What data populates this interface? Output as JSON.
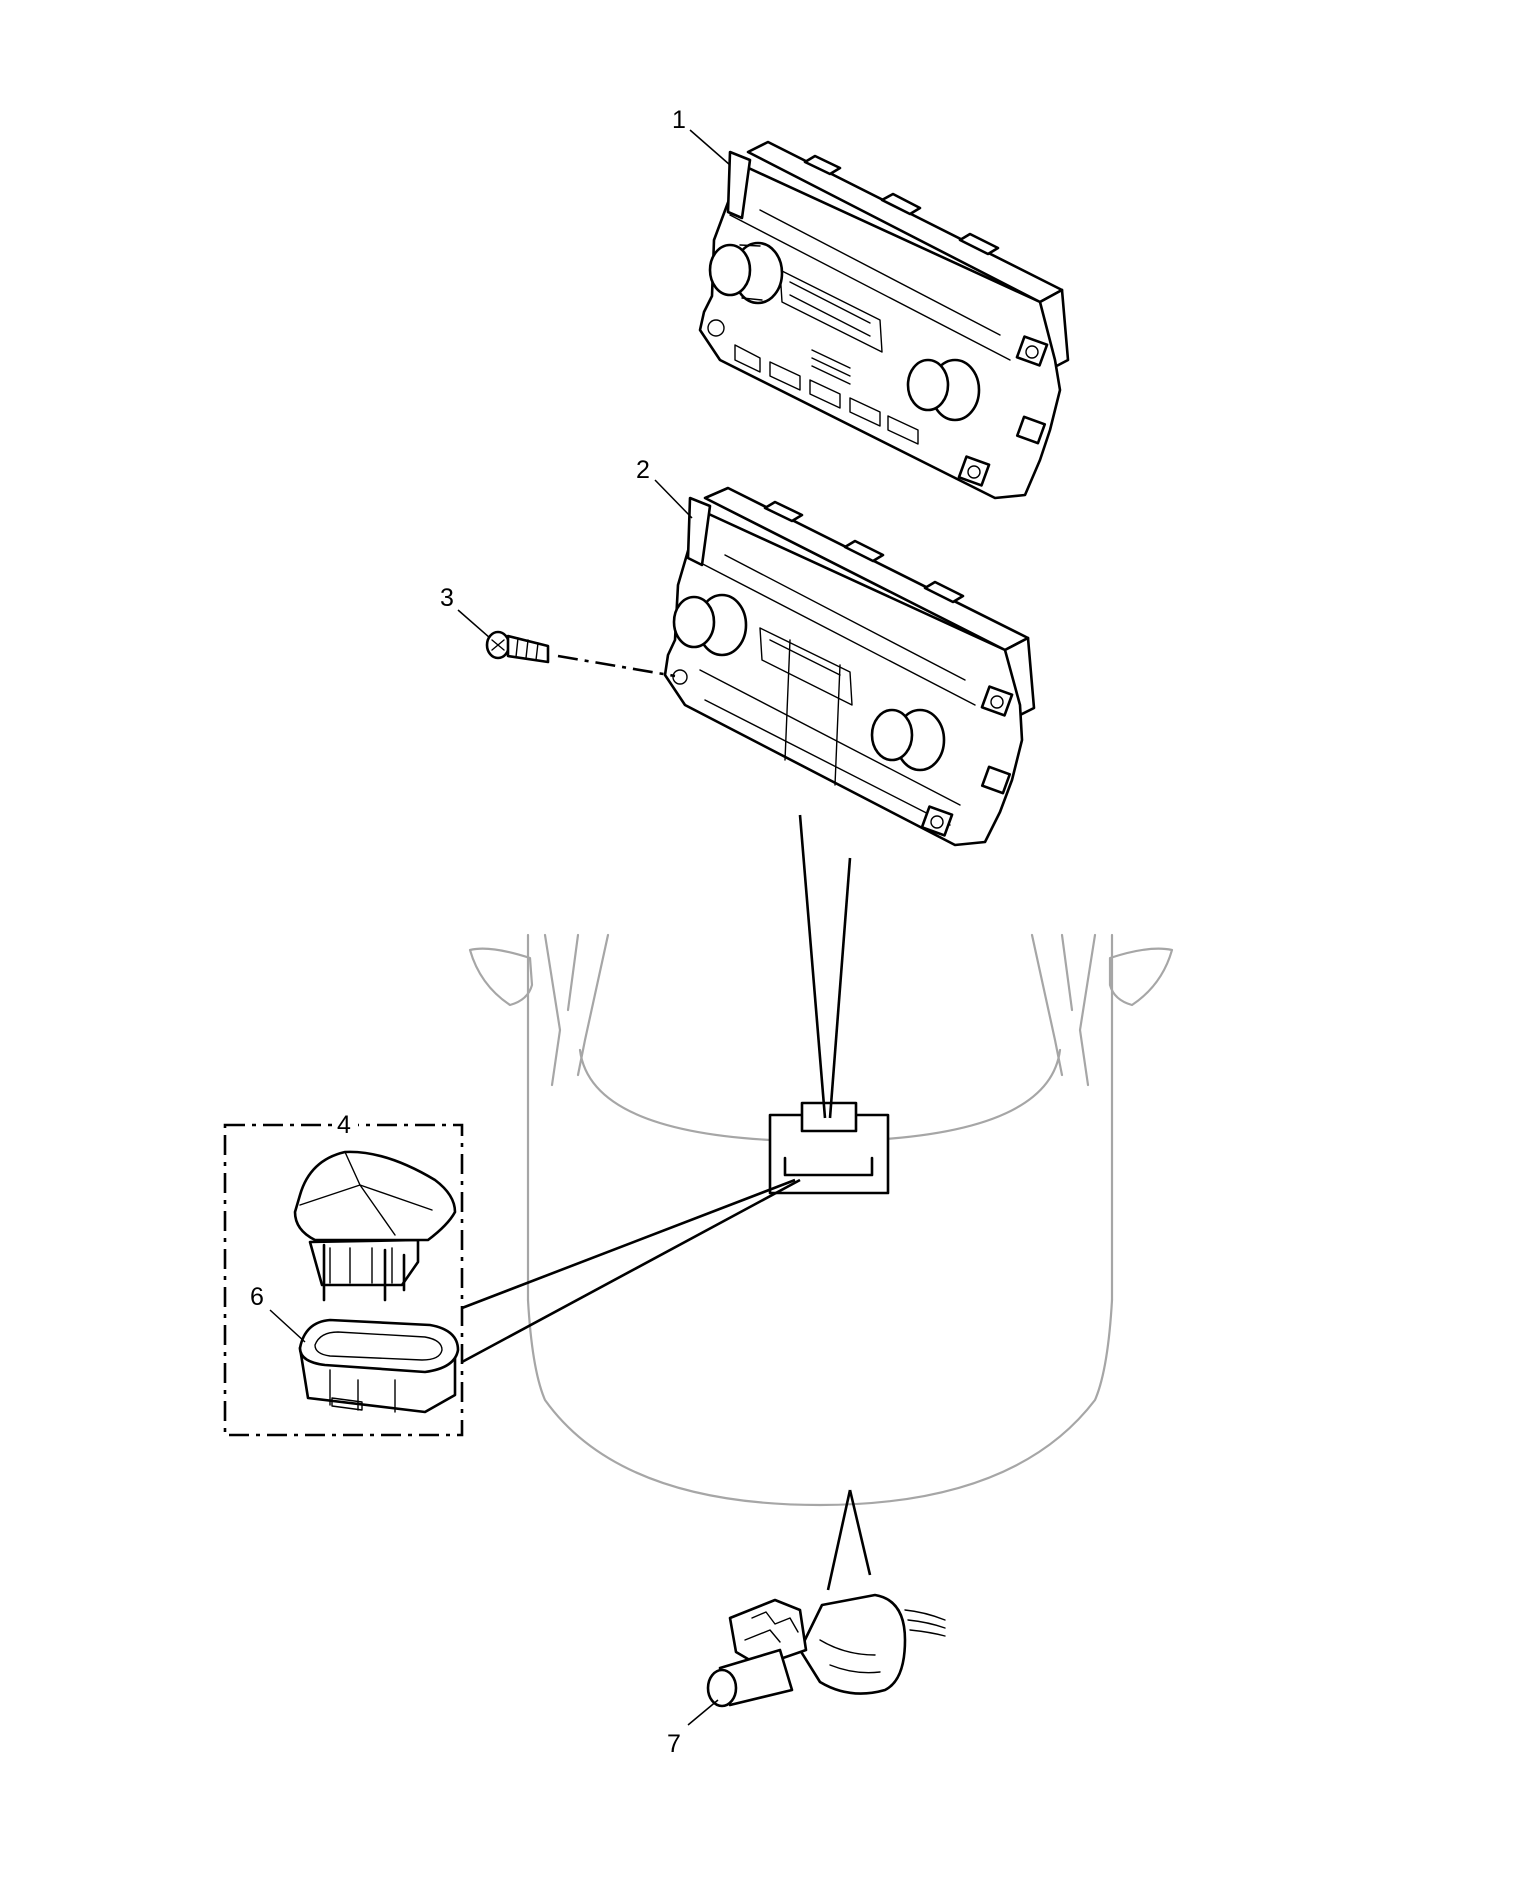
{
  "callouts": {
    "item1": "1",
    "item2": "2",
    "item3": "3",
    "item4": "4",
    "item6": "6",
    "item7": "7"
  },
  "colors": {
    "ink": "#000000",
    "vehicle_outline": "#a6a6a6",
    "background": "#ffffff"
  }
}
